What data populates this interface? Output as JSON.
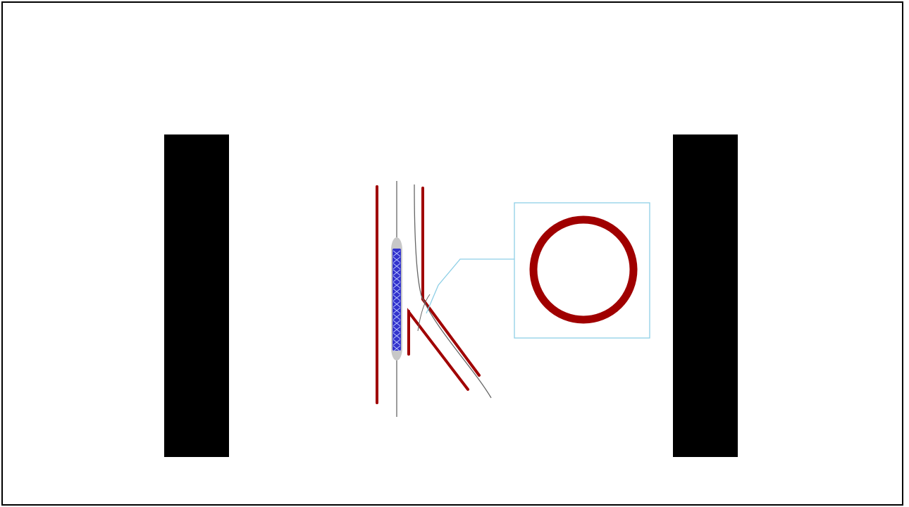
{
  "diagram": {
    "colors": {
      "vessel_wall": "#a00000",
      "guidewire": "#666666",
      "balloon": "#c8c8c8",
      "stent": "#3333cc",
      "callout": "#8ecfe6",
      "bars": "#000000",
      "background": "#ffffff"
    },
    "elements": [
      "main-vessel",
      "side-branch",
      "guidewire",
      "stent-on-balloon",
      "cross-section-callout"
    ]
  }
}
